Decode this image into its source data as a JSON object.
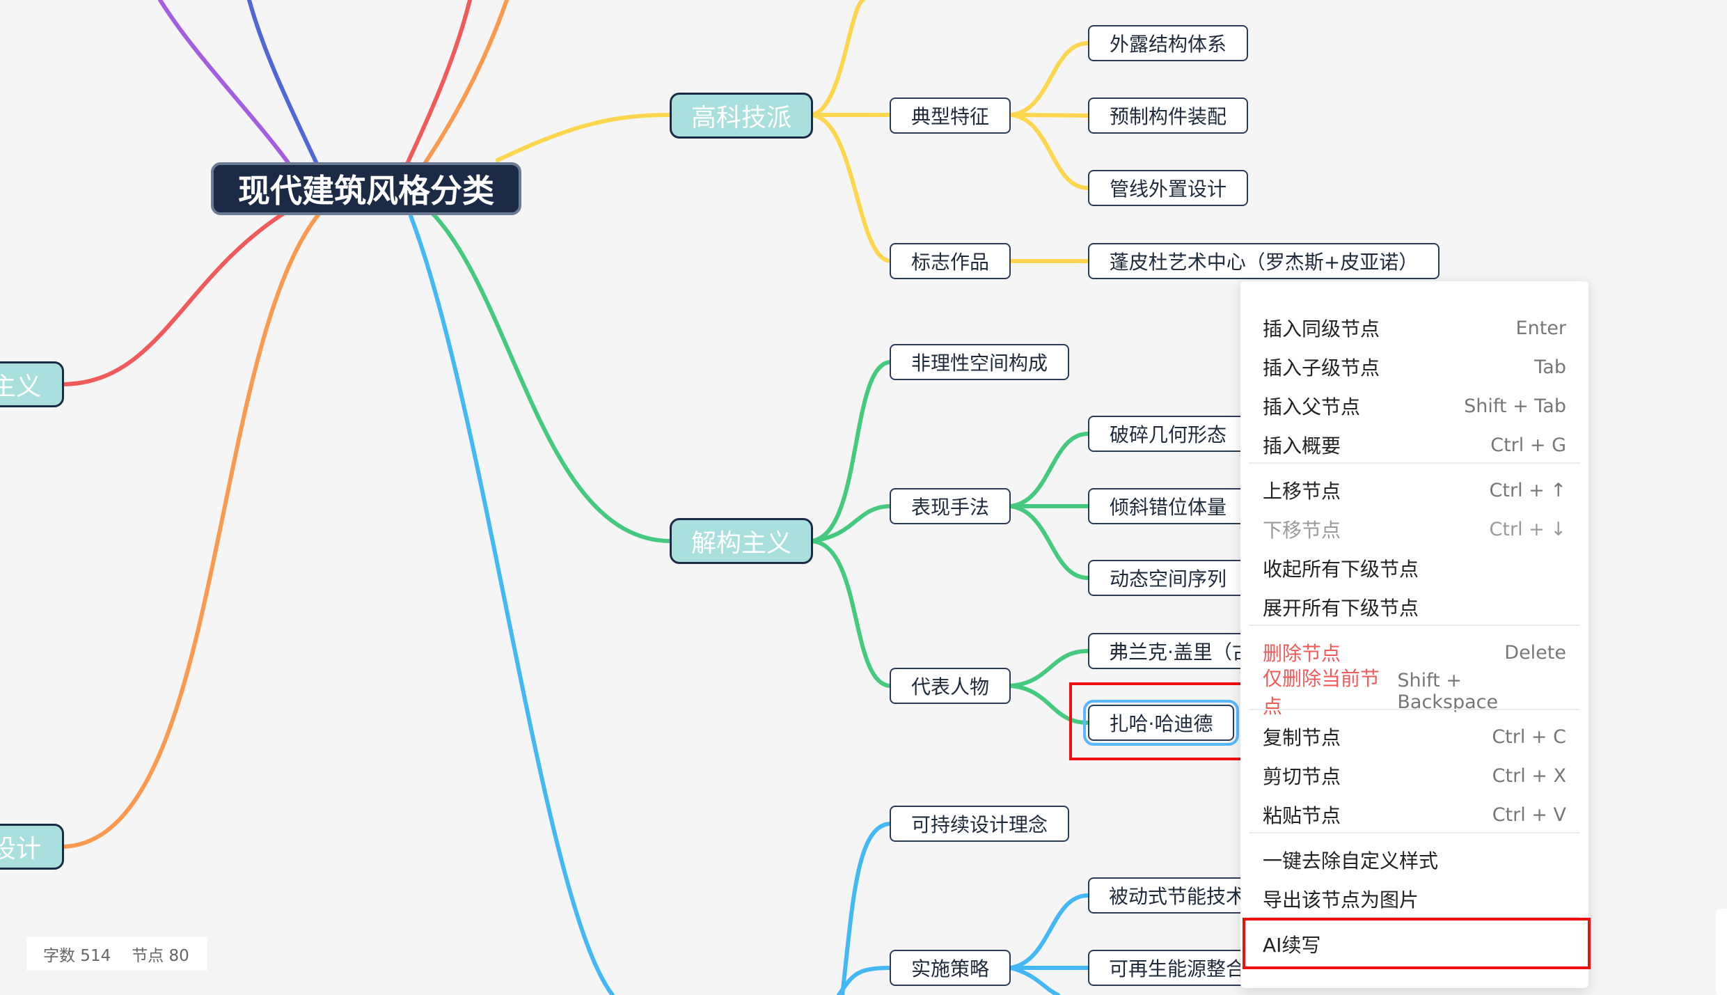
{
  "colors": {
    "root_bg": "#1b2a45",
    "main_bg": "#a9e0de",
    "branch_yellow": "#fdd64f",
    "branch_green": "#45c97f",
    "branch_blue": "#43b8f4",
    "branch_red": "#ef5b5b",
    "branch_orange": "#f99a50",
    "branch_purple": "#a45ee0",
    "branch_indigo": "#5267d6",
    "highlight_red": "#ee1010",
    "danger_text": "#f05a5a"
  },
  "mindmap": {
    "root": "现代建筑风格分类",
    "left_branches": [
      "主义",
      "设计"
    ],
    "high_tech": {
      "title": "高科技派",
      "features_title": "典型特征",
      "features": [
        "外露结构体系",
        "预制构件装配",
        "管线外置设计"
      ],
      "works_title": "标志作品",
      "works": [
        "蓬皮杜艺术中心（罗杰斯+皮亚诺）"
      ]
    },
    "deconstructivism": {
      "title": "解构主义",
      "space": "非理性空间构成",
      "methods_title": "表现手法",
      "methods": [
        "破碎几何形态",
        "倾斜错位体量",
        "动态空间序列"
      ],
      "people_title": "代表人物",
      "people": [
        "弗兰克·盖里（古",
        "扎哈·哈迪德"
      ]
    },
    "sustainable": {
      "concept": "可持续设计理念",
      "strategies_title": "实施策略",
      "strategies": [
        "被动式节能技术",
        "可再生能源整合"
      ]
    }
  },
  "context_menu": {
    "insert_sibling": {
      "label": "插入同级节点",
      "shortcut": "Enter"
    },
    "insert_child": {
      "label": "插入子级节点",
      "shortcut": "Tab"
    },
    "insert_parent": {
      "label": "插入父节点",
      "shortcut": "Shift + Tab"
    },
    "insert_summary": {
      "label": "插入概要",
      "shortcut": "Ctrl + G"
    },
    "move_up": {
      "label": "上移节点",
      "shortcut": "Ctrl + ↑"
    },
    "move_down": {
      "label": "下移节点",
      "shortcut": "Ctrl + ↓"
    },
    "collapse_all": {
      "label": "收起所有下级节点"
    },
    "expand_all": {
      "label": "展开所有下级节点"
    },
    "delete_node": {
      "label": "删除节点",
      "shortcut": "Delete"
    },
    "delete_current": {
      "label": "仅删除当前节点",
      "shortcut": "Shift + Backspace"
    },
    "copy": {
      "label": "复制节点",
      "shortcut": "Ctrl + C"
    },
    "cut": {
      "label": "剪切节点",
      "shortcut": "Ctrl + X"
    },
    "paste": {
      "label": "粘贴节点",
      "shortcut": "Ctrl + V"
    },
    "remove_style": {
      "label": "一键去除自定义样式"
    },
    "export_image": {
      "label": "导出该节点为图片"
    },
    "ai_continue": {
      "label": "AI续写"
    }
  },
  "stats": {
    "word_count_label": "字数 514",
    "node_count_label": "节点 80"
  }
}
